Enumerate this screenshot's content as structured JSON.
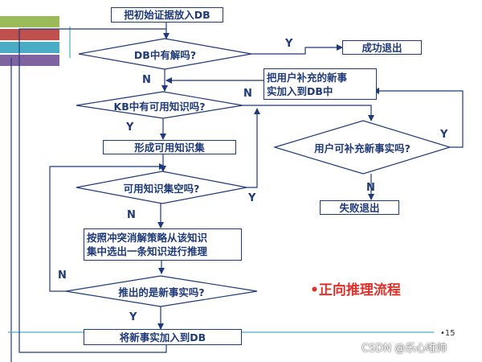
{
  "colors": {
    "line": "#1f3a78",
    "stripe_1": "#9bbb59",
    "stripe_2": "#c0504d",
    "stripe_3": "#4bacc6",
    "stripe_4": "#8064a2",
    "title": "#e0302a"
  },
  "nodes": {
    "start": "把初始证据放入DB",
    "db_solved": "DB中有解吗?",
    "success": "成功退出",
    "add_facts": "把用户补充的新事\n实加入到DB中",
    "kb_available": "KB中有可用知识吗?",
    "form_set": "形成可用知识集",
    "user_supply": "用户可补充新事实吗?",
    "set_empty": "可用知识集空吗?",
    "fail": "失败退出",
    "select_rule": "按照冲突消解策略从该知识\n集中选出一条知识进行推理",
    "new_fact": "推出的是新事实吗?",
    "add_new": "将新事实加入到DB"
  },
  "labels": {
    "db_yes": "Y",
    "db_no": "N",
    "kb_yes": "Y",
    "kb_no": "N",
    "user_yes": "Y",
    "user_no": "N",
    "empty_yes": "Y",
    "empty_no": "N",
    "new_no": "N",
    "new_yes": "Y"
  },
  "title": "•正向推理流程",
  "page_number": "•15",
  "watermark": "CSDN @乐心唯帅"
}
